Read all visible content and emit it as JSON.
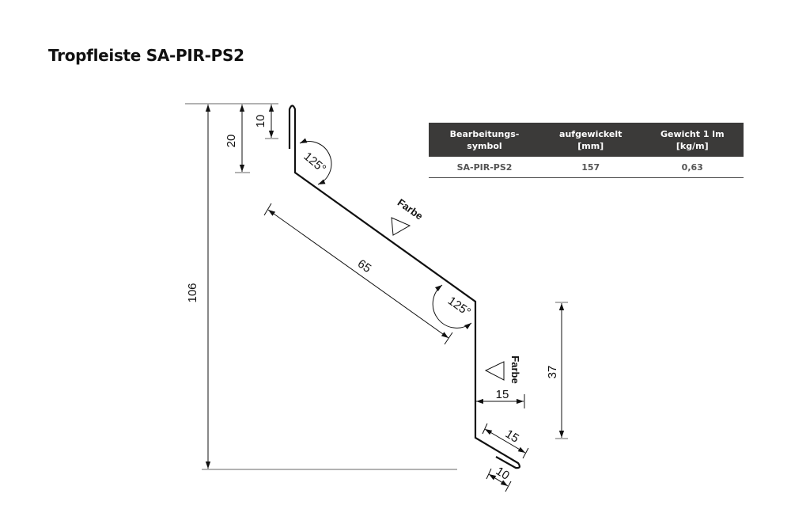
{
  "title": "Tropfleiste SA-PIR-PS2",
  "table": {
    "headers": [
      [
        "Bearbeitungs-",
        "symbol"
      ],
      [
        "aufgewickelt",
        "[mm]"
      ],
      [
        "Gewicht 1 lm",
        "[kg/m]"
      ]
    ],
    "rows": [
      [
        "SA-PIR-PS2",
        "157",
        "0,63"
      ]
    ]
  },
  "drawing": {
    "dims": {
      "total_height": "106",
      "top_20": "20",
      "top_10": "10",
      "diag_65": "65",
      "vertical_37": "37",
      "horiz_15": "15",
      "diag_15": "15",
      "hem_10": "10"
    },
    "angles": {
      "upper": "125°",
      "lower": "125°"
    },
    "color_side_label_1": "Farbe",
    "color_side_label_2": "Farbe"
  }
}
